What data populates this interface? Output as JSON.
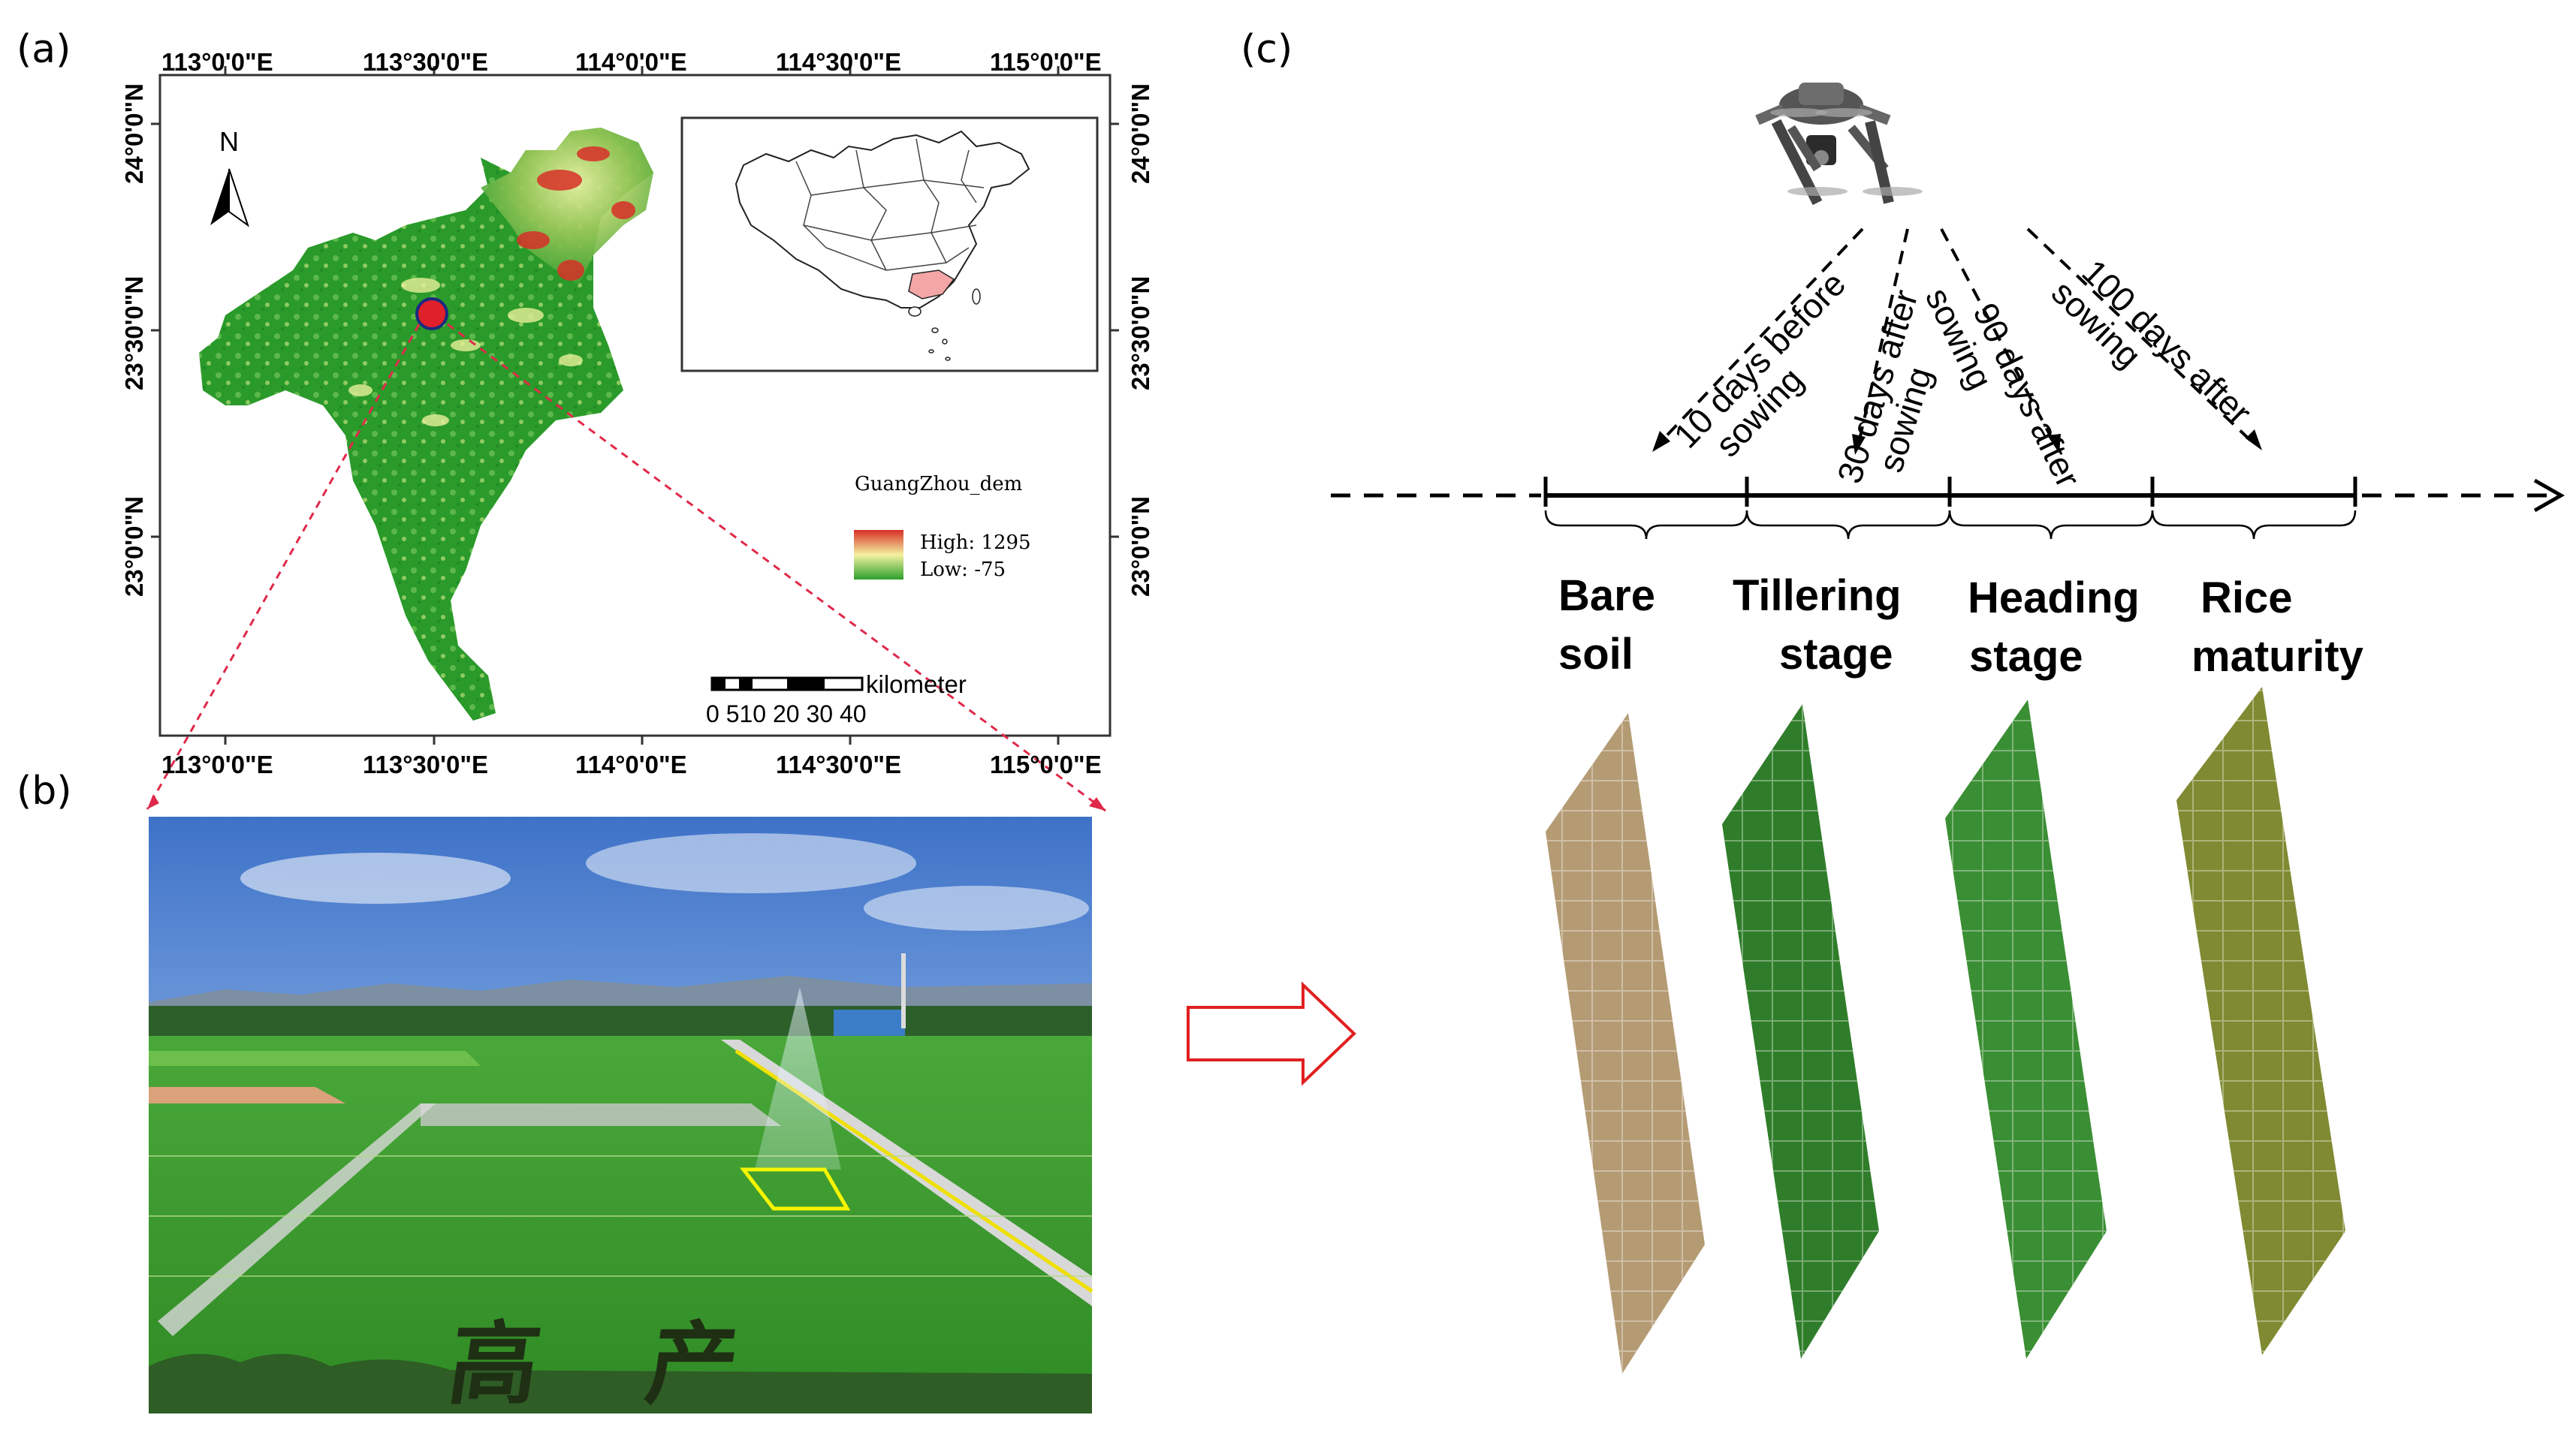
{
  "panels": {
    "a": "(a)",
    "b": "(b)",
    "c": "(c)"
  },
  "map": {
    "lon_labels": [
      "113°0'0\"E",
      "113°30'0\"E",
      "114°0'0\"E",
      "114°30'0\"E",
      "115°0'0\"E"
    ],
    "lat_labels": [
      "24°0'0\"N",
      "23°30'0\"N",
      "23°0'0\"N"
    ],
    "north_label": "N",
    "legend_title": "GuangZhou_dem",
    "legend_high": "High: 1295",
    "legend_low": "Low: -75",
    "scale_numbers": "0 510 20 30 40",
    "scale_unit": "kilometer",
    "colors": {
      "high": "#d73027",
      "mid": "#f4f1a0",
      "low": "#2ca02c",
      "highlight": "#f4a6a6",
      "pointer": "#e0294a"
    }
  },
  "photo": {
    "characters": "高  产",
    "colors": {
      "sky": "#5b8fd6",
      "field": "#3d9d2f",
      "roi": "#f5f500"
    }
  },
  "timeline": {
    "flights": [
      {
        "line1": "10 days before",
        "line2": "sowing"
      },
      {
        "line1": "30 days after",
        "line2": "sowing"
      },
      {
        "line1": "90 days after",
        "line2": "sowing"
      },
      {
        "line1": "100 days after",
        "line2": "sowing"
      }
    ],
    "stages": [
      {
        "line1": "Bare",
        "line2": "soil"
      },
      {
        "line1": "Tillering",
        "line2": "stage"
      },
      {
        "line1": "Heading",
        "line2": "stage"
      },
      {
        "line1": "Rice",
        "line2": "maturity"
      }
    ],
    "colors": {
      "bare": "#b49b74",
      "tillering": "#2f7d2a",
      "heading": "#3a8e33",
      "maturity": "#7f8a32",
      "flow_arrow": "#e02020"
    }
  }
}
